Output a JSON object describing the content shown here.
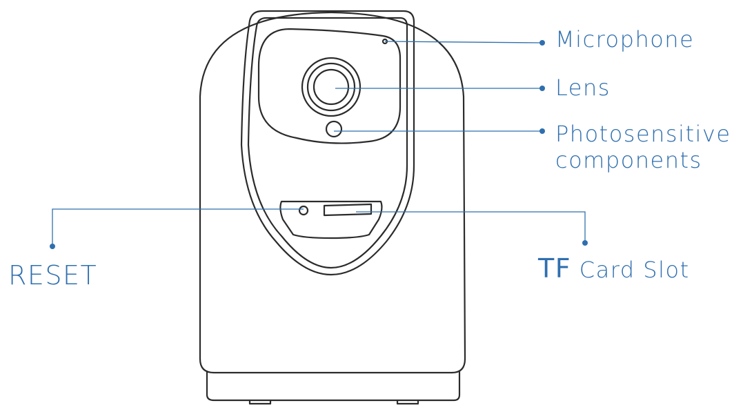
{
  "colors": {
    "outline": "#2b2b2b",
    "callout": "#2f6fae"
  },
  "labels": {
    "microphone": "Microphone",
    "lens": "Lens",
    "photosensitive_line1": "Photosensitive",
    "photosensitive_line2": "components",
    "reset": "RESET",
    "tf_prefix": "TF",
    "tf_suffix": "Card Slot"
  }
}
